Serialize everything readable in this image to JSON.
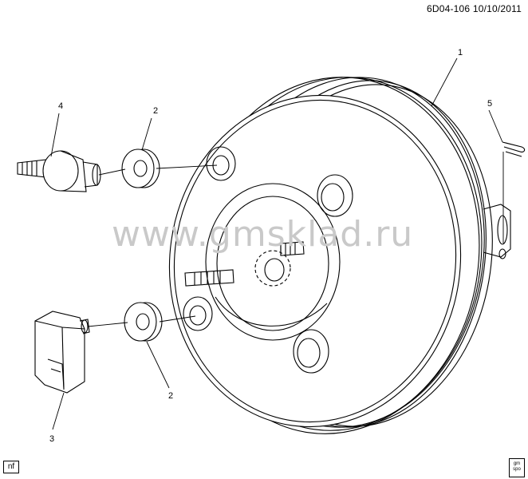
{
  "header": {
    "code": "6D04-106",
    "date": "10/10/2011"
  },
  "watermark": "www.gmsklad.ru",
  "callouts": [
    {
      "id": "callout-1",
      "label": "1"
    },
    {
      "id": "callout-2-top",
      "label": "2"
    },
    {
      "id": "callout-2-bottom",
      "label": "2"
    },
    {
      "id": "callout-3",
      "label": "3"
    },
    {
      "id": "callout-4",
      "label": "4"
    },
    {
      "id": "callout-5",
      "label": "5"
    }
  ],
  "footer": {
    "nf_tag": "nf",
    "logo_line1": "gm",
    "logo_line2": "spo"
  },
  "colors": {
    "line": "#000000",
    "watermark": "#c9c9c9",
    "background": "#ffffff"
  }
}
